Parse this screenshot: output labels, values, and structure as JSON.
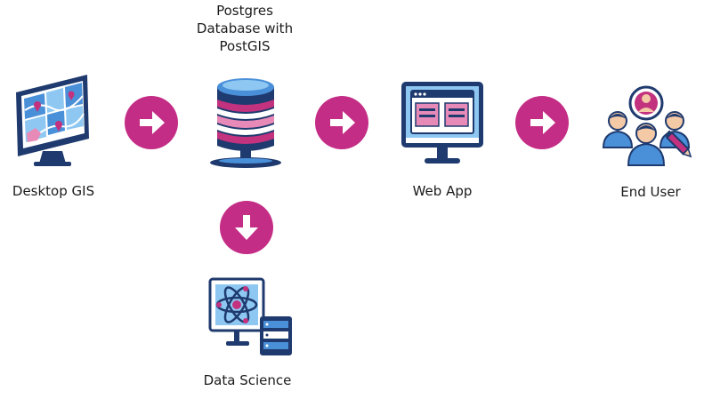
{
  "colors": {
    "navy": "#1f3a6e",
    "blue": "#4a90d9",
    "light_blue": "#8ec8f2",
    "magenta": "#c2327e",
    "pink": "#e88ab8",
    "skin": "#f3c9a6",
    "arrow_bg": "#c42d86"
  },
  "nodes": {
    "desktop_gis": {
      "label": "Desktop GIS",
      "icon": "computer-map-icon"
    },
    "database": {
      "label_lines": [
        "Postgres",
        "Database with",
        "PostGIS"
      ],
      "icon": "database-icon"
    },
    "web_app": {
      "label": "Web App",
      "icon": "monitor-webpage-icon"
    },
    "end_user": {
      "label": "End User",
      "icon": "users-group-icon"
    },
    "data_science": {
      "label": "Data Science",
      "icon": "atom-server-icon"
    }
  },
  "arrows": [
    {
      "from": "desktop_gis",
      "to": "database",
      "direction": "right"
    },
    {
      "from": "database",
      "to": "web_app",
      "direction": "right"
    },
    {
      "from": "web_app",
      "to": "end_user",
      "direction": "right"
    },
    {
      "from": "database",
      "to": "data_science",
      "direction": "down"
    }
  ]
}
